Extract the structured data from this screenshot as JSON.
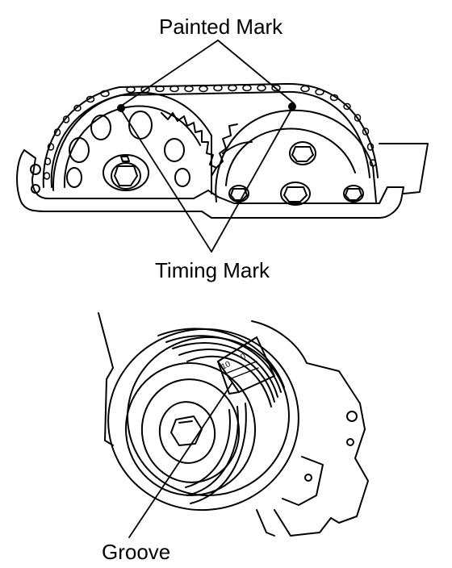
{
  "labels": {
    "painted_mark": "Painted Mark",
    "timing_mark": "Timing Mark",
    "groove": "Groove"
  },
  "pulley_scale": [
    "10",
    "0"
  ],
  "colors": {
    "ink": "#000000",
    "paper": "#ffffff"
  }
}
